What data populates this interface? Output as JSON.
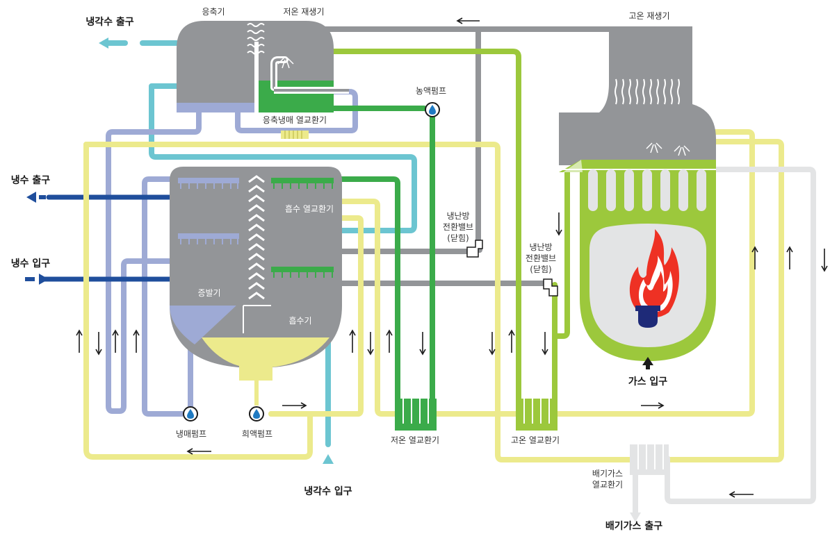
{
  "labels": {
    "condenser": "응축기",
    "low_temp_generator": "저온 재생기",
    "high_temp_generator": "고온 재생기",
    "cooling_water_out": "냉각수 출구",
    "cooling_water_in": "냉각수 입구",
    "condensed_refrigerant_hx": "응축냉매 열교환기",
    "conc_solution_pump": "농액펌프",
    "chilled_water_out": "냉수 출구",
    "chilled_water_in": "냉수 입구",
    "absorber_hx": "흡수 열교환기",
    "evaporator": "증발기",
    "absorber": "흡수기",
    "refrigerant_pump": "냉매펌프",
    "dilute_solution_pump": "희액펌프",
    "low_temp_hx": "저온 열교환기",
    "high_temp_hx": "고온 열교환기",
    "valve1_line1": "냉난방",
    "valve1_line2": "전환밸브",
    "valve1_line3": "(닫힘)",
    "valve2_line1": "냉난방",
    "valve2_line2": "전환밸브",
    "valve2_line3": "(닫힘)",
    "gas_inlet": "가스 입구",
    "exhaust_hx_line1": "배기가스",
    "exhaust_hx_line2": "열교환기",
    "exhaust_out": "배기가스 출구"
  },
  "colors": {
    "shell_gray": "#939598",
    "cooling_water": "#6cc5d1",
    "refrigerant": "#9eaad5",
    "chilled_water": "#1f4e9c",
    "dilute_solution": "#ecea8c",
    "low_temp_solution": "#3bab4a",
    "high_temp_solution": "#9cc83c",
    "exhaust_gas": "#e3e4e5",
    "flame_red": "#ee3124",
    "burner_navy": "#1e2a78",
    "generator_gray": "#939598"
  }
}
